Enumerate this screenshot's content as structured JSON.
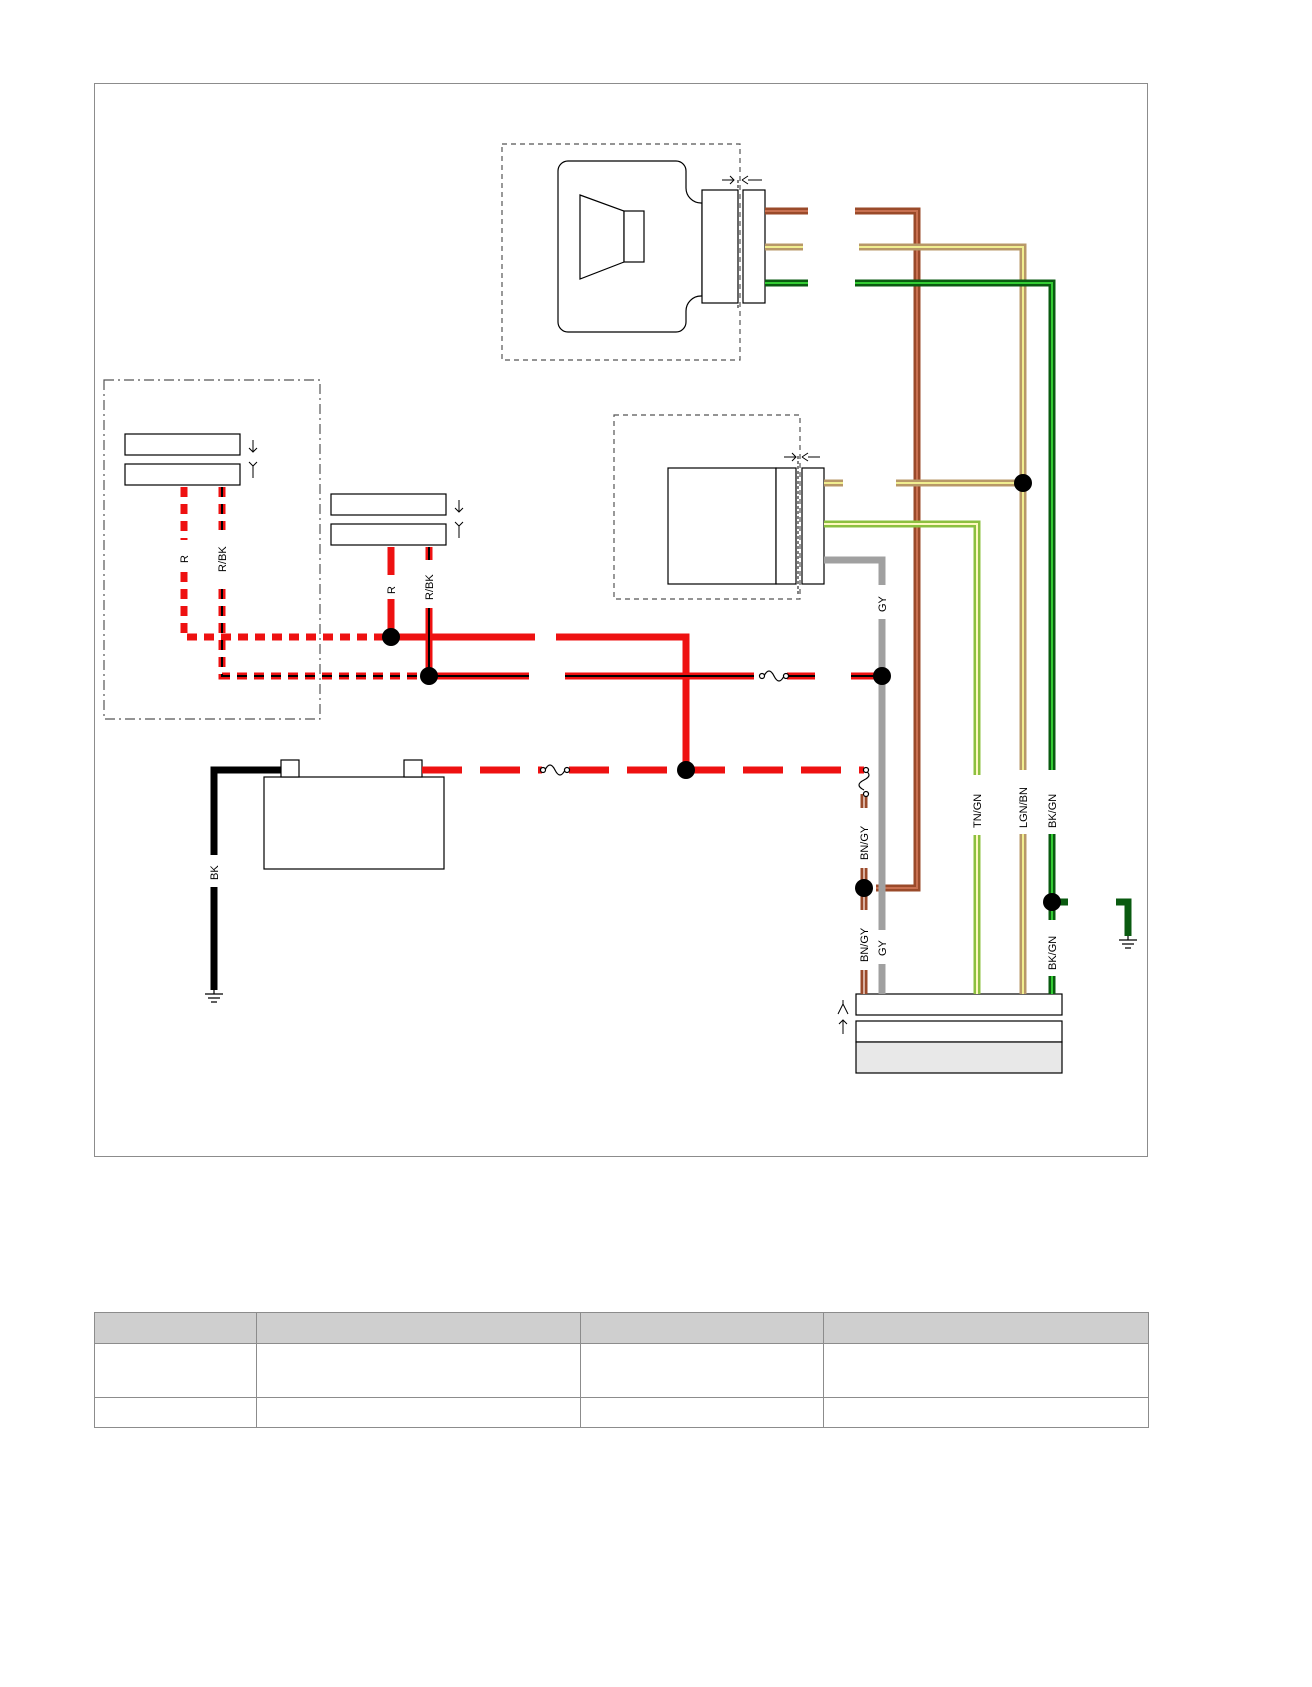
{
  "diagram": {
    "wire_labels": {
      "r_1": "R",
      "rbk_1": "R/BK",
      "r_2": "R",
      "rbk_2": "R/BK",
      "gy_1": "GY",
      "bngy_1": "BN/GY",
      "bngy_2": "BN/GY",
      "gy_2": "GY",
      "tngn": "TN/GN",
      "lgnbn": "LGN/BN",
      "bkgn_1": "BK/GN",
      "bkgn_2": "BK/GN",
      "bk": "BK"
    },
    "colors": {
      "red": "#ee1111",
      "black": "#000000",
      "brown": "#9a4a2a",
      "tan": "#c8a878",
      "light_green": "#b8e070",
      "green": "#0a7a10",
      "gray": "#a0a0a0",
      "frame": "#8c8c8c"
    },
    "icons": [
      "speaker-icon",
      "battery-icon",
      "ground-icon",
      "fuse-icon",
      "connector-icon"
    ]
  },
  "table": {
    "headers": [
      "",
      "",
      "",
      ""
    ],
    "rows": [
      [
        "",
        "",
        "",
        ""
      ],
      [
        "",
        "",
        "",
        ""
      ]
    ]
  }
}
